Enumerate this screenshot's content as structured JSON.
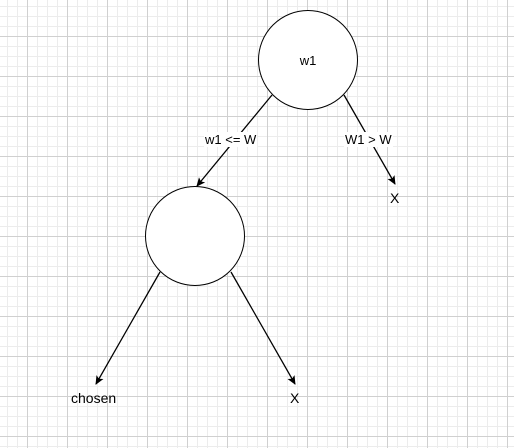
{
  "diagram": {
    "nodes": [
      {
        "id": "root",
        "label": "w1"
      },
      {
        "id": "left",
        "label": ""
      }
    ],
    "edge_labels": {
      "left": "w1 <= W",
      "right": "W1 > W"
    },
    "leaves": {
      "right": "X",
      "chosen": "chosen",
      "bottom": "X"
    },
    "colors": {
      "stroke": "#000000",
      "grid": "#d0d0d0",
      "background": "#ffffff"
    }
  }
}
